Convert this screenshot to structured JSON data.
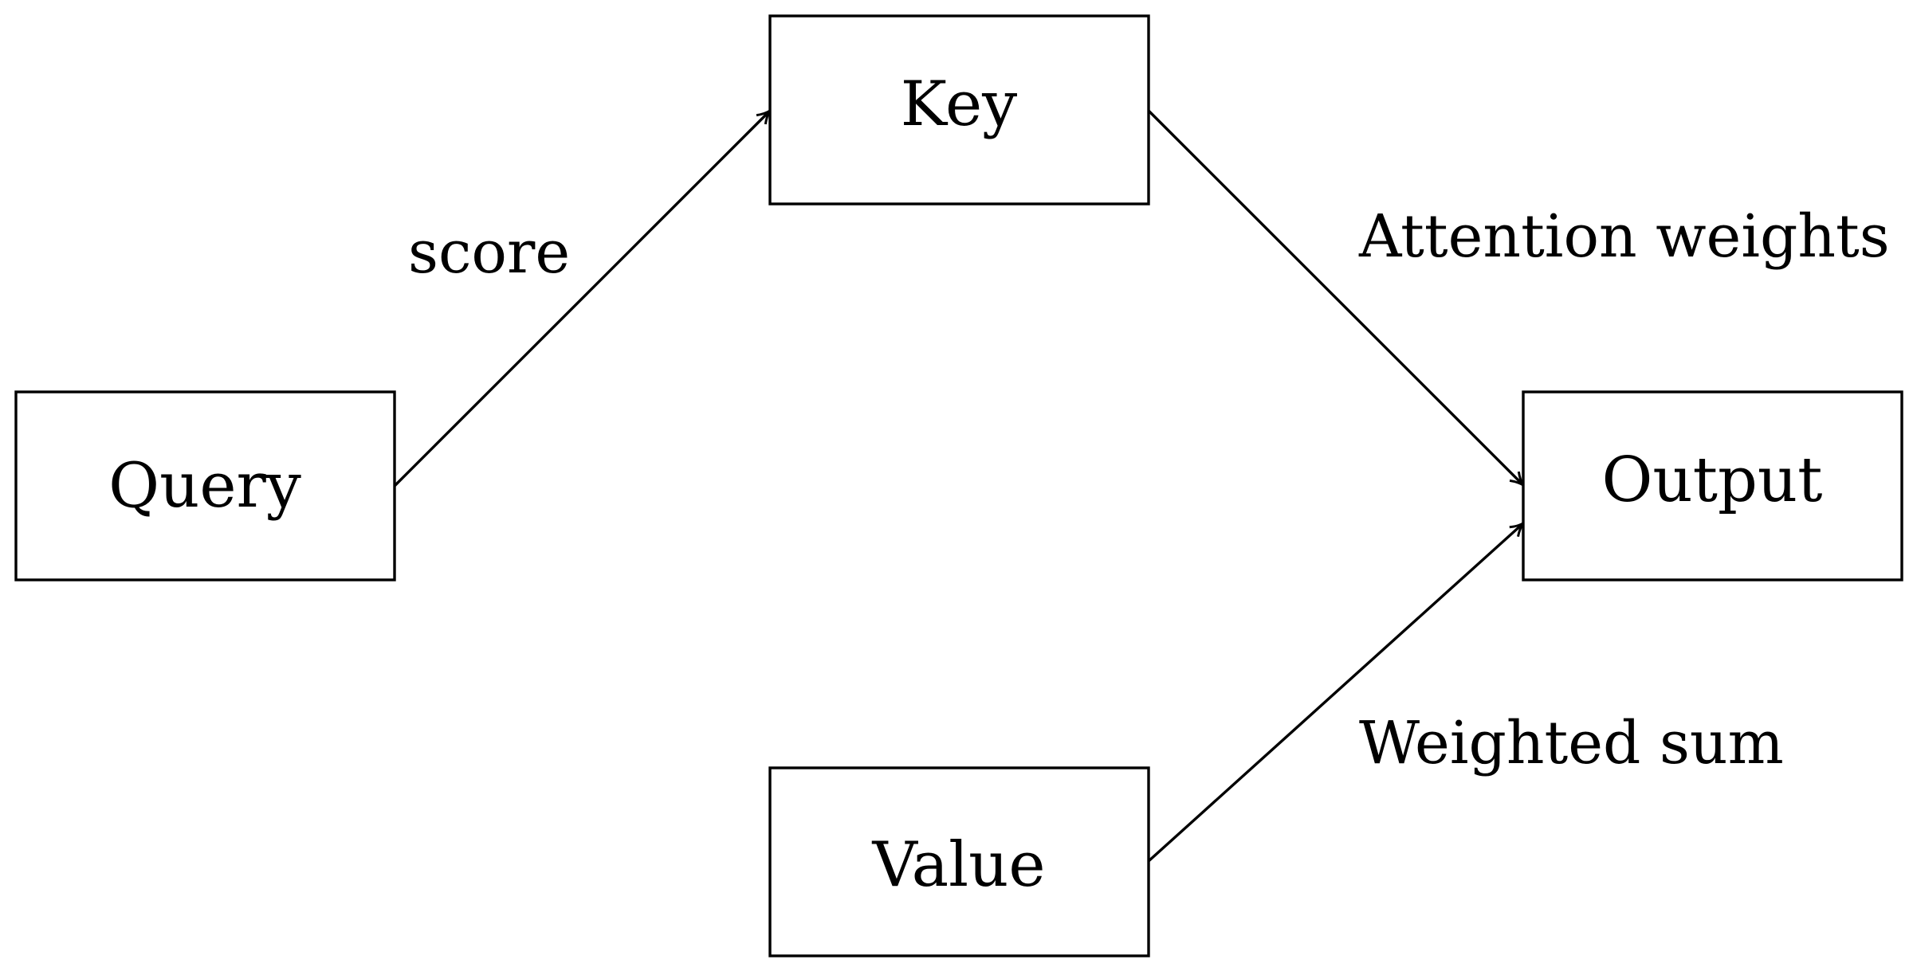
{
  "nodes": {
    "query": {
      "label": "Query"
    },
    "key": {
      "label": "Key"
    },
    "value": {
      "label": "Value"
    },
    "output": {
      "label": "Output"
    }
  },
  "edges": {
    "query_key": {
      "from": "query",
      "to": "key",
      "label": "score"
    },
    "key_output": {
      "from": "key",
      "to": "output",
      "label": "Attention weights"
    },
    "value_output": {
      "from": "value",
      "to": "output",
      "label": "Weighted sum"
    }
  },
  "colors": {
    "stroke": "#000000",
    "background": "#ffffff"
  }
}
